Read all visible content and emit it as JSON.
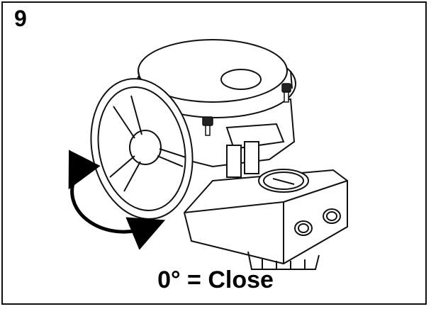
{
  "step": {
    "number": "9"
  },
  "caption": {
    "text": "0° = Close"
  },
  "colors": {
    "stroke": "#111111",
    "background": "#ffffff",
    "arrow": "#000000"
  },
  "icons": {
    "actuator": "actuator-drawing",
    "handwheel": "handwheel-drawing",
    "rotation_arrow": "rotation-arrow-icon"
  }
}
